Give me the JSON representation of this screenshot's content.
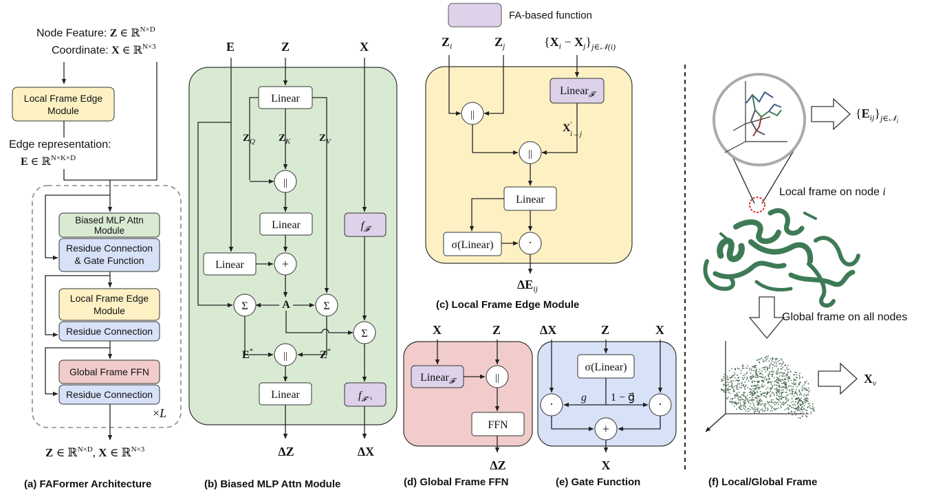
{
  "legend": {
    "fa_label": "FA-based function"
  },
  "colors": {
    "yellow": "#fdf1c4",
    "green": "#d9ead3",
    "red": "#f1cccb",
    "blue": "#d7e1f7",
    "purple": "#ddd2ea",
    "protein": "#3e7a56",
    "border": "#2a2a2a"
  },
  "panel_a": {
    "caption": "(a) FAFormer Architecture",
    "node_feature": "Node Feature: Z ∈ ℝ^{N×D}",
    "coordinate": "Coordinate: X ∈ ℝ^{N×3}",
    "local_frame_edge_module": "Local Frame Edge Module",
    "edge_rep_label": "Edge representation:",
    "edge_rep_math": "E ∈ ℝ^{N×K×D}",
    "biased_mlp_attn": "Biased MLP Attn Module",
    "residue_gate": "Residue Connection & Gate Function",
    "local_frame_edge_module_2": "Local Frame Edge Module",
    "residue_connection": "Residue Connection",
    "global_frame_ffn": "Global Frame FFN",
    "residue_connection_2": "Residue Connection",
    "times_l": "×L",
    "output": "Z ∈ ℝ^{N×D}, X ∈ ℝ^{N×3}"
  },
  "panel_b": {
    "caption": "(b) Biased MLP Attn Module",
    "input_e": "E",
    "input_z": "Z",
    "input_x": "X",
    "linear": "Linear",
    "zq": "Z_Q",
    "zk": "Z_K",
    "zv": "Z_V",
    "concat": "||",
    "plus": "+",
    "sum": "Σ",
    "a": "A",
    "e_star": "E*",
    "z_star": "Z*",
    "f_f": "f_𝓕",
    "f_f_inv": "f_𝓕⁻¹",
    "out_dz": "ΔZ",
    "out_dx": "ΔX"
  },
  "panel_c": {
    "caption": "(c) Local Frame Edge Module",
    "zi": "Z_i",
    "zj": "Z_j",
    "xdiff": "{X_i − X_j}_{j∈𝒩(i)}",
    "linear_f": "Linear_𝓕",
    "xprime": "X'_{i→j}",
    "linear": "Linear",
    "sigma_linear": "σ(Linear)",
    "dot": "·",
    "out": "ΔE_ij"
  },
  "panel_d": {
    "caption": "(d) Global Frame FFN",
    "x": "X",
    "z": "Z",
    "linear_f": "Linear_𝓕",
    "ffn": "FFN",
    "out": "ΔZ"
  },
  "panel_e": {
    "caption": "(e) Gate Function",
    "dx": "ΔX",
    "z": "Z",
    "x": "X",
    "sigma_linear": "σ(Linear)",
    "g": "g⃗",
    "one_minus_g": "1 − g⃗",
    "out": "X"
  },
  "panel_f": {
    "caption": "(f) Local/Global Frame",
    "eij": "{E_ij}_{j∈𝒩_i}",
    "local_frame": "Local frame on node i",
    "global_frame": "Global frame on all nodes",
    "xv": "X_v"
  }
}
